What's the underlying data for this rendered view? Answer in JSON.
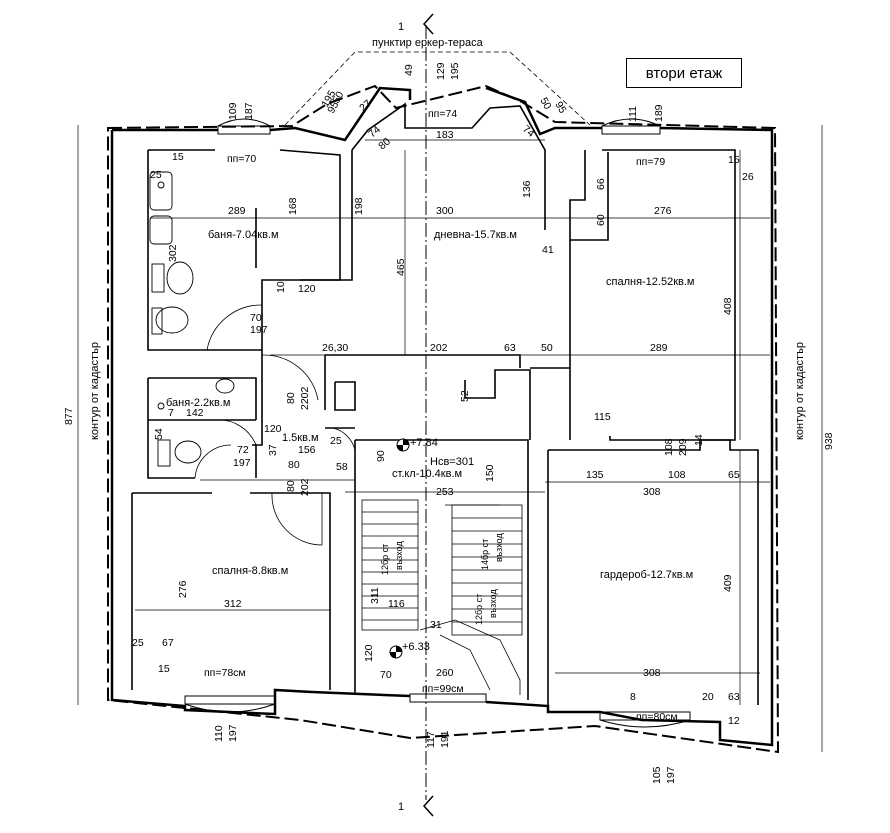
{
  "title": "втори етаж",
  "section_mark": "1",
  "terrace_label": "пунктир еркер-тераса",
  "cadastre_label": "контур от кадастър",
  "rooms": [
    {
      "id": "bath1",
      "label": "баня-7.04кв.м"
    },
    {
      "id": "living",
      "label": "дневна-15.7кв.м"
    },
    {
      "id": "bed1",
      "label": "спалня-12.52кв.м"
    },
    {
      "id": "bath2",
      "label": "баня-2.2кв.м"
    },
    {
      "id": "wc",
      "label": "1.5кв.м"
    },
    {
      "id": "stair",
      "label": "ст.кл-10.4кв.м"
    },
    {
      "id": "bed2",
      "label": "спалня-8.8кв.м"
    },
    {
      "id": "wardrobe",
      "label": "гардероб-12.7кв.м"
    }
  ],
  "levels": {
    "upper": "+7.84",
    "lower": "+6.33",
    "height": "Нсв=301"
  },
  "stairs": {
    "flight_a": "12бр ст",
    "flight_b": "14бр ст",
    "flight_c": "12бр ст",
    "dir": "възход"
  },
  "dims": {
    "d877": "877",
    "d938": "938",
    "d109": "109",
    "d187": "187",
    "d111": "111",
    "d189": "189",
    "d49": "49",
    "d129": "129",
    "d195": "195",
    "d195b": "195",
    "d95": "95",
    "d50": "50",
    "d50b": "50",
    "d95b": "95",
    "d27": "27",
    "d74": "74",
    "d74b": "74",
    "nn74": "пп=74",
    "d80": "80",
    "d183": "183",
    "d136": "136",
    "nn70": "пп=70",
    "nn79": "пп=79",
    "d15": "15",
    "d15b": "15",
    "d25": "25",
    "d26": "26",
    "d66": "66",
    "d60": "60",
    "d168": "168",
    "d198": "198",
    "d289": "289",
    "d300": "300",
    "d276": "276",
    "d302": "302",
    "d41": "41",
    "d465": "465",
    "d10": "10",
    "d120": "120",
    "d70": "70",
    "d197": "197",
    "d408": "408",
    "d2630": "26,30",
    "d202": "202",
    "d63": "63",
    "d50c": "50",
    "d289b": "289",
    "d52": "52",
    "d142": "142",
    "d7": "7",
    "d54": "54",
    "d80b": "80",
    "d2202": "2202",
    "d115": "115",
    "d120b": "120",
    "d25b": "25",
    "d156": "156",
    "d108": "108",
    "d209": "209",
    "d14": "14",
    "d72": "72",
    "d197b": "197",
    "d37": "37",
    "d80c": "80",
    "d58": "58",
    "d90": "90",
    "d135": "135",
    "d108b": "108",
    "d65": "65",
    "d80d": "80",
    "d202b": "202",
    "d253": "253",
    "d150": "150",
    "d308": "308",
    "d276b": "276",
    "d312": "312",
    "d116": "116",
    "d311": "311",
    "d31": "31",
    "d409": "409",
    "d25c": "25",
    "d67": "67",
    "d120c": "120",
    "d70b": "70",
    "d260": "260",
    "d308b": "308",
    "d15c": "15",
    "nn78": "пп=78см",
    "nn99": "пп=99см",
    "nn80": "пп=80см",
    "d20": "20",
    "d63b": "63",
    "d12": "12",
    "d110": "110",
    "d197c": "197",
    "d117": "117",
    "d191": "191",
    "d105": "105",
    "d197d": "197",
    "d8": "8"
  }
}
